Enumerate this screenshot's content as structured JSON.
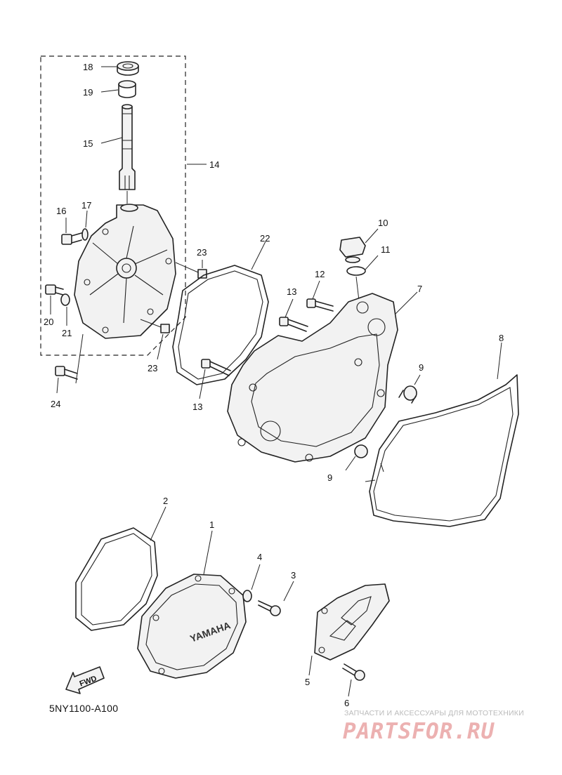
{
  "diagram_code": "5NY1100-A100",
  "fwd_arrow_label": "FWD",
  "cover_logo_text": "YAMAHA",
  "watermark": {
    "tagline": "ЗАПЧАСТИ И АКСЕССУАРЫ ДЛЯ МОТОТЕХНИКИ",
    "logo_text": "PARTSFOR.RU"
  },
  "callouts": {
    "c18": "18",
    "c19": "19",
    "c15": "15",
    "c14": "14",
    "c16": "16",
    "c17": "17",
    "c23a": "23",
    "c22": "22",
    "c10": "10",
    "c11": "11",
    "c12": "12",
    "c13a": "13",
    "c7": "7",
    "c20": "20",
    "c21": "21",
    "c23b": "23",
    "c9a": "9",
    "c8": "8",
    "c24": "24",
    "c13b": "13",
    "c9b": "9",
    "c2": "2",
    "c1": "1",
    "c4": "4",
    "c3": "3",
    "c5": "5",
    "c6": "6"
  }
}
